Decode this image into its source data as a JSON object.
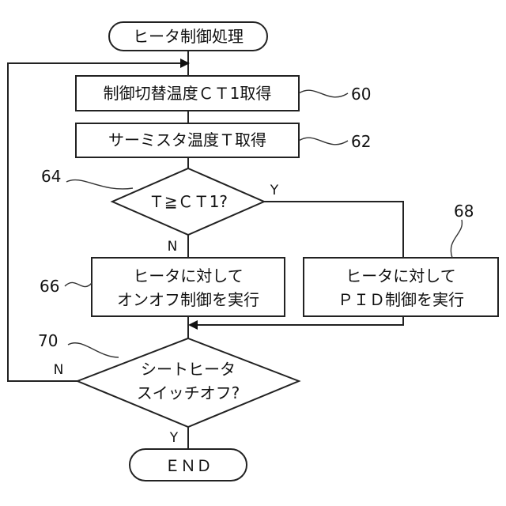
{
  "nodes": {
    "start": "ヒータ制御処理",
    "get_ct1": "制御切替温度ＣＴ1取得",
    "get_t": "サーミスタ温度Ｔ取得",
    "compare": "Ｔ≧ＣＴ1?",
    "onoff": [
      "ヒータに対して",
      "オンオフ制御を実行"
    ],
    "pid": [
      "ヒータに対して",
      "ＰＩＤ制御を実行"
    ],
    "switch_off": [
      "シートヒータ",
      "スイッチオフ?"
    ],
    "end": "ＥＮＤ"
  },
  "refs": {
    "r60": "60",
    "r62": "62",
    "r64": "64",
    "r66": "66",
    "r68": "68",
    "r70": "70"
  },
  "edges": {
    "compare_yes": "Y",
    "compare_no": "N",
    "switch_yes": "Y",
    "switch_no": "N"
  }
}
